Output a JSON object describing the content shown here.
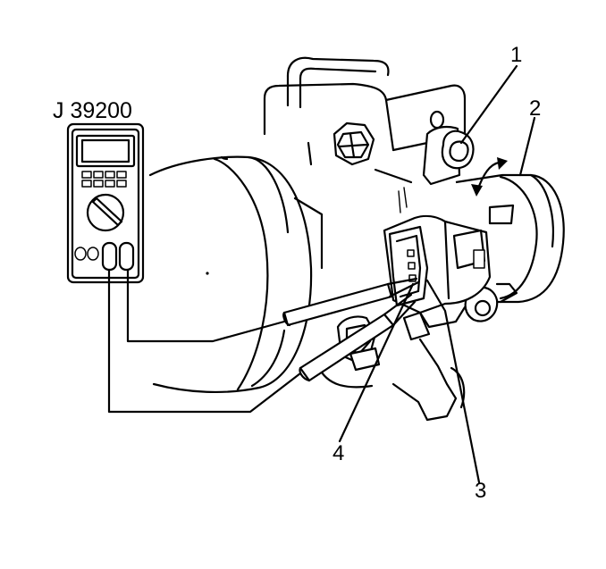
{
  "tool_label": "J 39200",
  "callouts": [
    "1",
    "2",
    "3",
    "4"
  ],
  "colors": {
    "line": "#000000",
    "background": "#ffffff"
  },
  "icons": [
    "multimeter-icon",
    "rotation-arrow-icon"
  ]
}
